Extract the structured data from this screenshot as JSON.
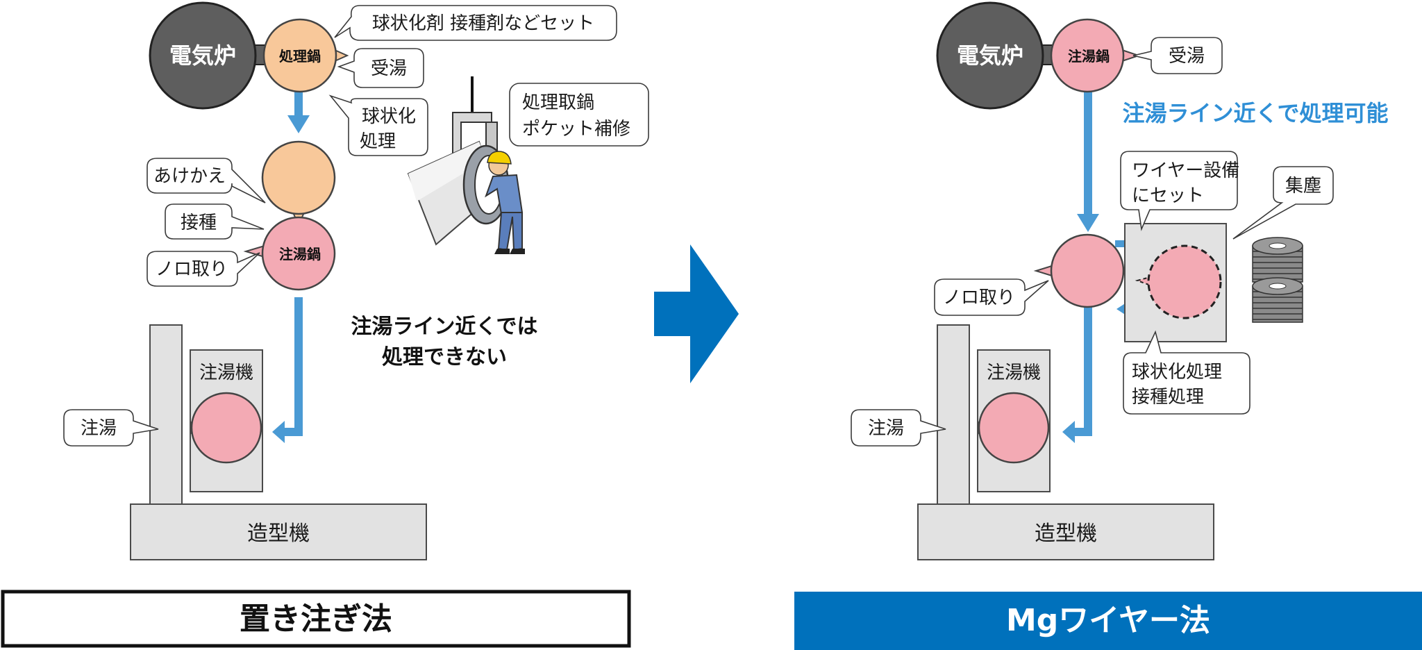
{
  "left": {
    "furnace": "電気炉",
    "treatment_ladle": "処理鍋",
    "note_set": "球状化剤  接種剤などセット",
    "note_receive": "受湯",
    "note_spheroidize_line1": "球状化",
    "note_spheroidize_line2": "処理",
    "note_repair_line1": "処理取鍋",
    "note_repair_line2": "ポケット補修",
    "note_transfer": "あけかえ",
    "note_inoculate": "接種",
    "pouring_ladle": "注湯鍋",
    "note_slag": "ノロ取り",
    "message_line1": "注湯ライン近くでは",
    "message_line2": "処理できない",
    "pouring_machine": "注湯機",
    "note_pour": "注湯",
    "molding_machine": "造型機",
    "method_title": "置き注ぎ法"
  },
  "right": {
    "furnace": "電気炉",
    "pouring_ladle": "注湯鍋",
    "note_receive": "受湯",
    "message": "注湯ライン近くで処理可能",
    "note_wire_line1": "ワイヤー設備",
    "note_wire_line2": "にセット",
    "note_dust": "集塵",
    "note_slag": "ノロ取り",
    "note_treat_line1": "球状化処理",
    "note_treat_line2": "接種処理",
    "pouring_machine": "注湯機",
    "note_pour": "注湯",
    "molding_machine": "造型機",
    "method_title": "Mgワイヤー法"
  },
  "colors": {
    "furnace": "#5e5e5e",
    "treatment_ladle": "#f8c89a",
    "pouring_ladle": "#f3aab4",
    "flow_arrow": "#4a9ad4",
    "transition_arrow": "#0071bc",
    "machine": "#e2e2e2",
    "wire_title_bg": "#0071bc"
  },
  "icons": {
    "worker": "worker-repairing-ladle-illustration",
    "wire_coils": "wire-coil-icon"
  }
}
